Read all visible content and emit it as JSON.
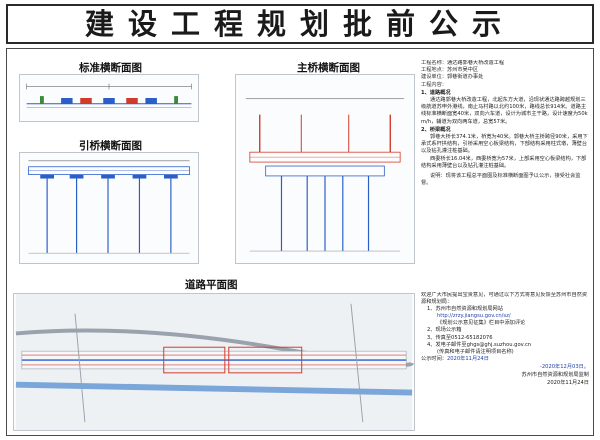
{
  "title": "建设工程规划批前公示",
  "sections": {
    "standard": "标准横断面图",
    "main": "主桥横断面图",
    "approach": "引桥横断面图",
    "plan": "道路平面图"
  },
  "project": {
    "name_label": "工程名称：",
    "name": "通达路郭巷大桥改造工程",
    "location_label": "工程地点：",
    "location": "苏州市吴中区",
    "builder_label": "建设单位：",
    "builder": "郭巷街道办事处",
    "content_label": "工程内容："
  },
  "overview": {
    "head": "1、道路概况",
    "body": "通达路郭巷大桥改造工程，北起东方大道，沿现状通达路跨越规划三级航道苏申外港线，南止马村路以北约100米，路线总长914米。道路主线标准横断面宽40米，双向六车道，设计为城市主干路，设计速度为50km/h，辅道为双向两车道，总宽57米。"
  },
  "bridge": {
    "head": "2、桥梁概况",
    "main_body": "郭巷大桥长374.1米，桥宽为40米。郭巷大桥主桥跨径90米，采用下承式系杆拱结构，引桥采用空心板梁结构，下部结构采用柱式墩，薄壁台以及钻孔灌注桩基础。",
    "west_body": "西委桥长16.04米，西委桥宽为57米，上部采用空心板梁结构，下部结构采用薄壁台以及钻孔灌注桩基础。"
  },
  "note": "说明：现将该工程总平面图及标准横断面图予以公示，接受社会监督。",
  "contact": {
    "intro": "欢迎广大市民提出宝贵意见，可通过以下方式将意见反馈至苏州市自然资源和规划局：",
    "item1": "1、苏州市自然资源和规划局网站",
    "link1": "http://zrzy.jiangsu.gov.cn/sz/",
    "item1b": "《规划公示意见征集》栏目中添加评论",
    "item2": "2、现场公示箱",
    "item3": "3、传真至0512-65182076",
    "item4": "4、发电子邮件至ghgs@ghj.suzhou.gov.cn",
    "item4b": "(传真和电子邮件请注明项目名称)",
    "period_label": "公示时间：",
    "period_start": "2020年11月24日",
    "period_end": "-2020年12月03日。",
    "signer": "苏州市自然资源和规划局监制",
    "sign_date": "2020年11月24日"
  },
  "colors": {
    "drawing_blue": "#2b5fc7",
    "drawing_red": "#d23a2a",
    "road_gray": "#9aa3ad"
  }
}
